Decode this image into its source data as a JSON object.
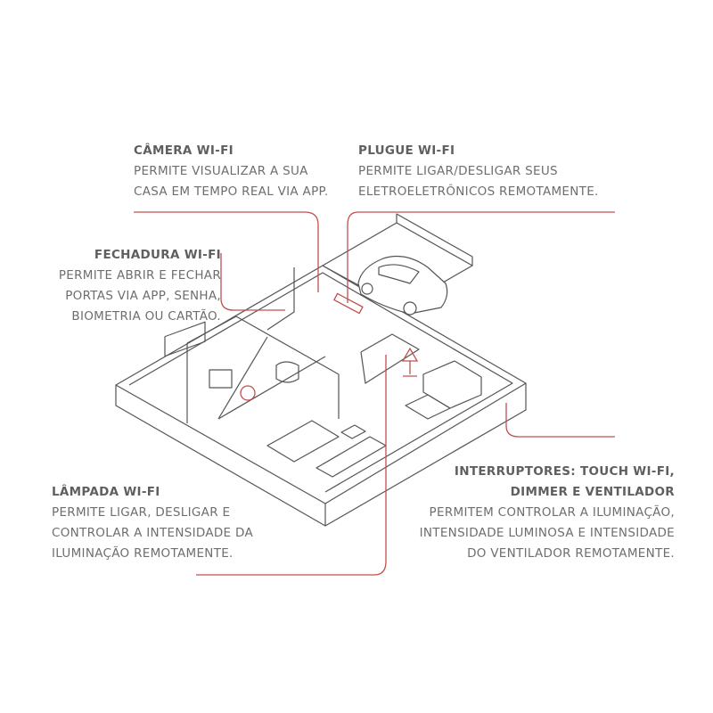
{
  "colors": {
    "text": "#6e6e6e",
    "accent": "#c0504d",
    "house": "#555555"
  },
  "labels": {
    "camera": {
      "title": "CÂMERA WI-FI",
      "lines": [
        "PERMITE VISUALIZAR A SUA",
        "CASA EM TEMPO REAL VIA APP."
      ]
    },
    "plug": {
      "title": "PLUGUE WI-FI",
      "lines": [
        "PERMITE LIGAR/DESLIGAR SEUS",
        "ELETROELETRÔNICOS REMOTAMENTE."
      ]
    },
    "lock": {
      "title": "FECHADURA WI-FI",
      "lines": [
        "PERMITE ABRIR E FECHAR",
        "PORTAS VIA APP, SENHA,",
        "BIOMETRIA OU CARTÃO."
      ]
    },
    "lamp": {
      "title": "LÂMPADA WI-FI",
      "lines": [
        "PERMITE LIGAR, DESLIGAR E",
        "CONTROLAR A INTENSIDADE DA",
        "ILUMINAÇÃO REMOTAMENTE."
      ]
    },
    "switch": {
      "title_lines": [
        "INTERRUPTORES: TOUCH WI-FI,",
        "DIMMER E VENTILADOR"
      ],
      "lines": [
        "PERMITEM CONTROLAR A ILUMINAÇÃO,",
        "INTENSIDADE LUMINOSA E INTENSIDADE",
        "DO VENTILADOR REMOTAMENTE."
      ]
    }
  }
}
